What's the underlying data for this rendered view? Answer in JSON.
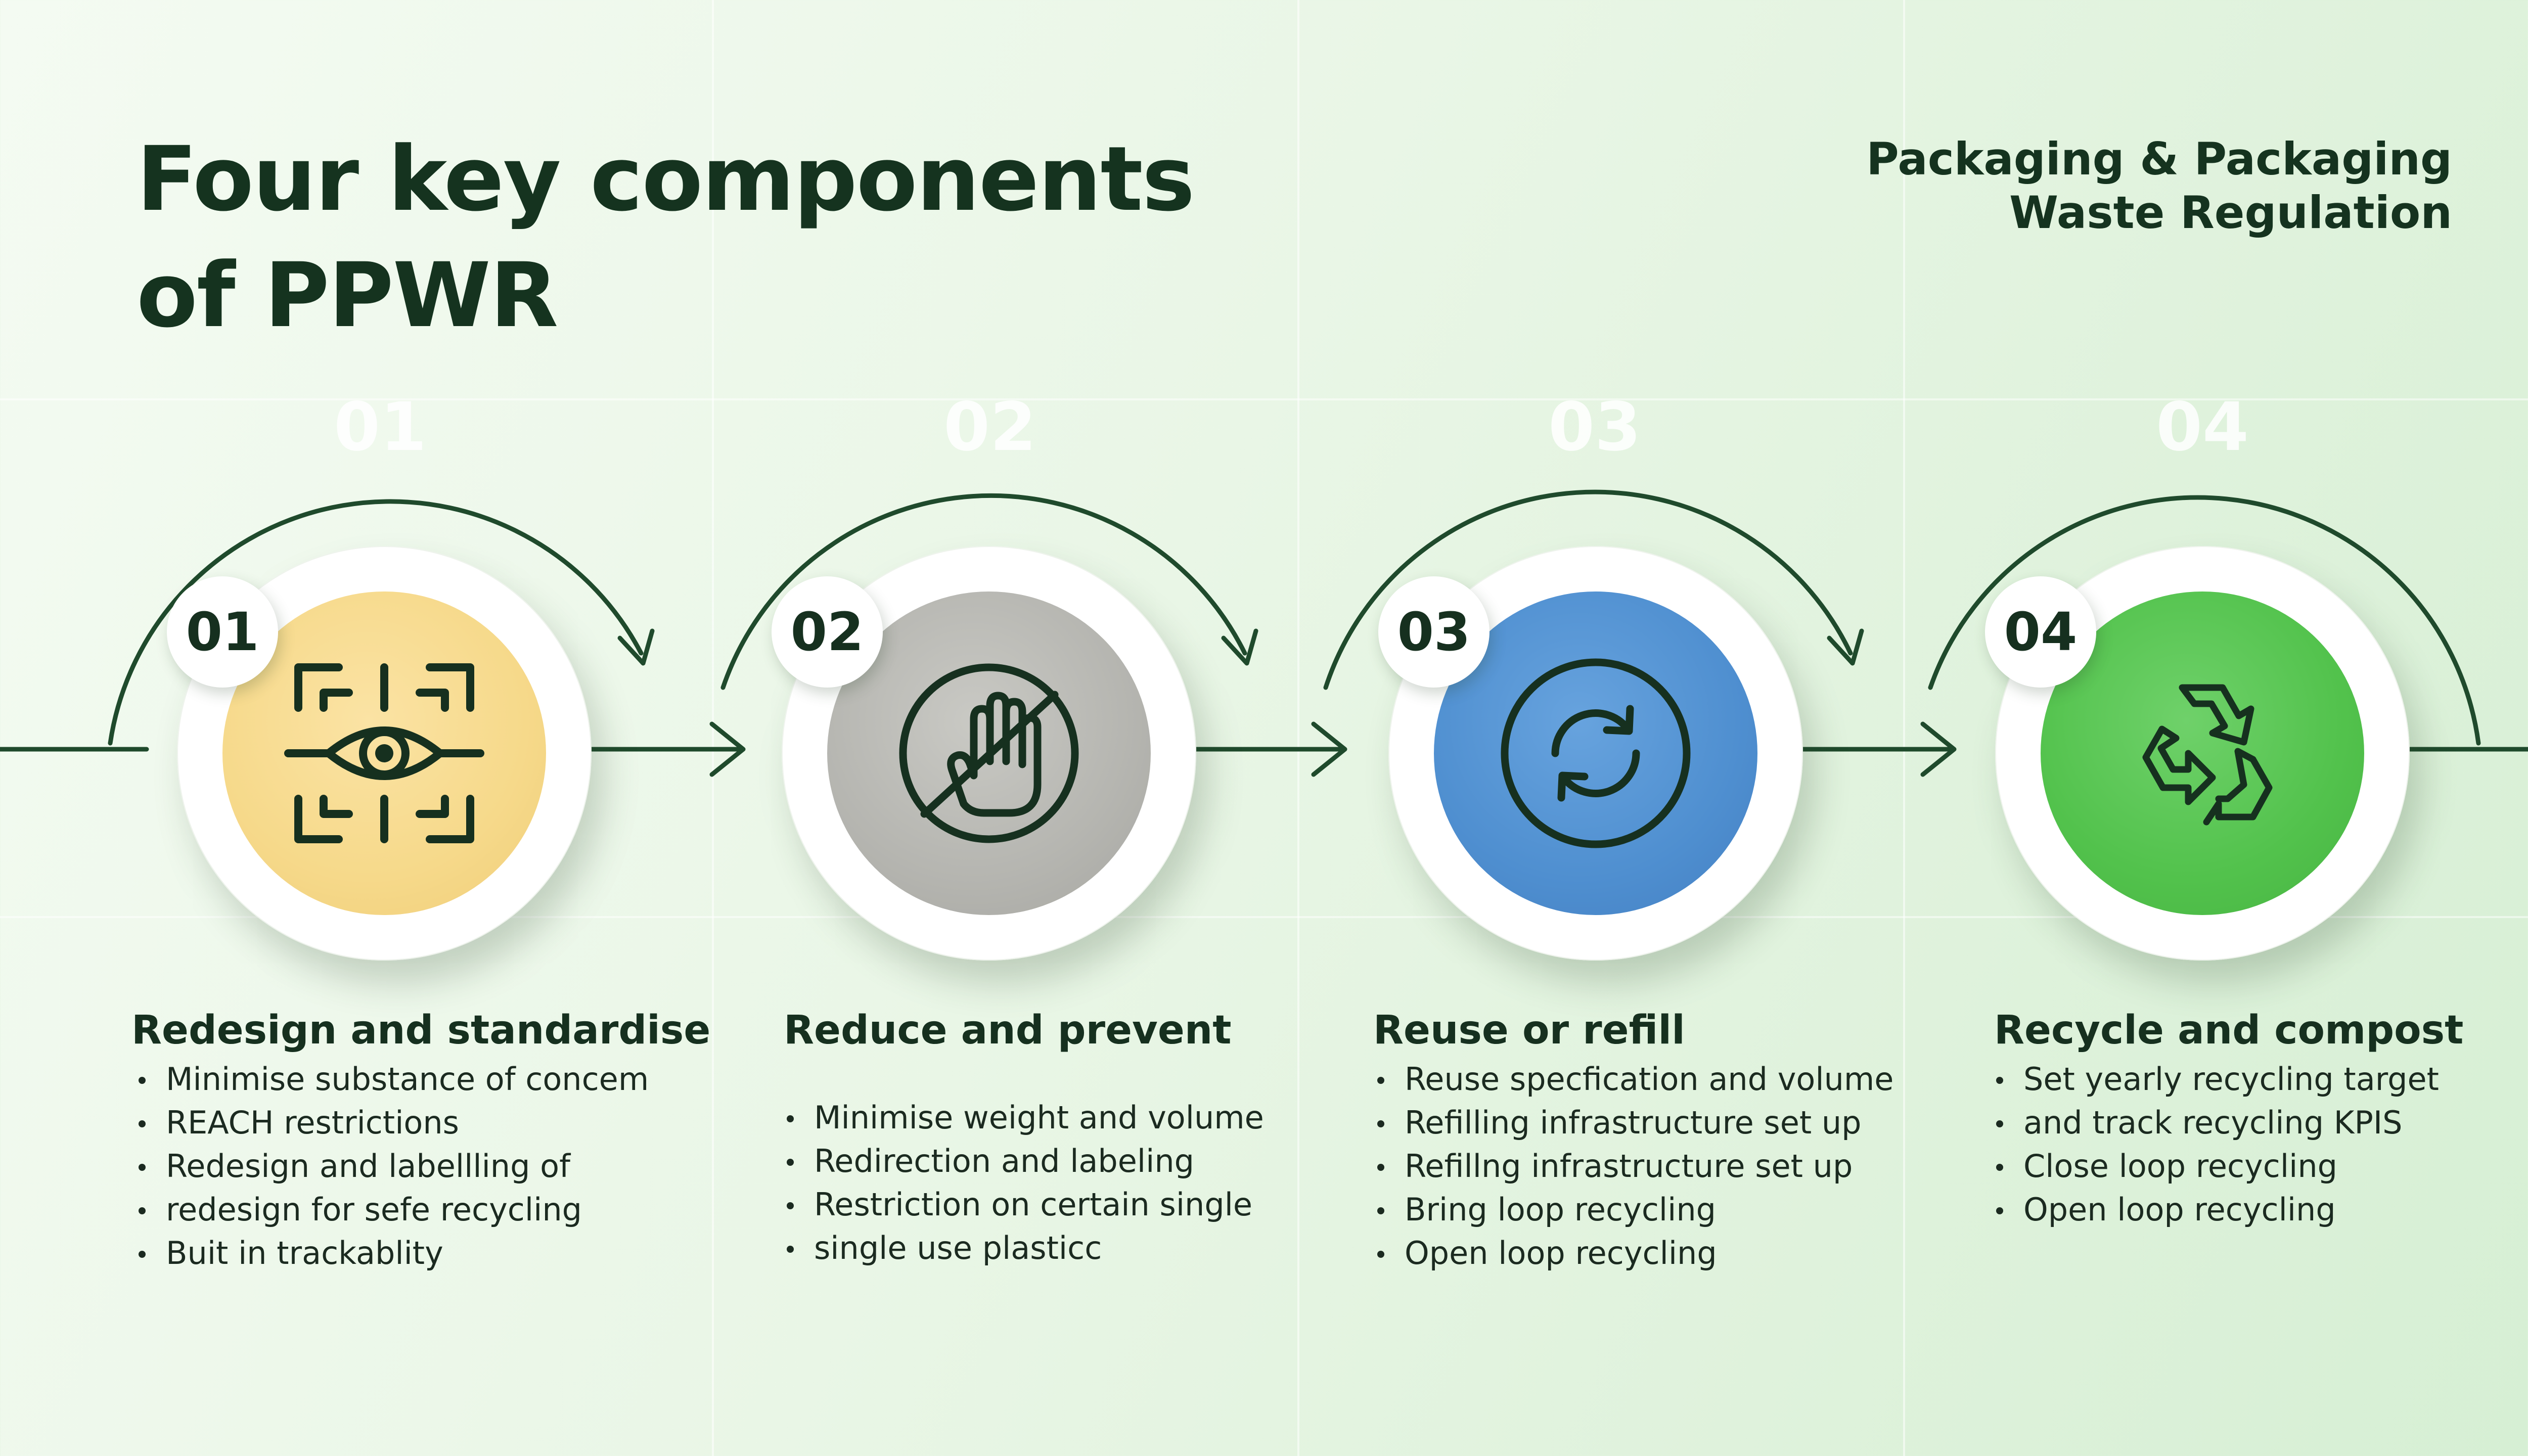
{
  "title": "Four key components of PPWR",
  "regulation": {
    "line1": "Packaging & Packaging",
    "line2": "Waste Regulation"
  },
  "colors": {
    "title_text": "#15331f",
    "flow_line": "#1f4a2c",
    "stage_1_disc": "#f6d98a",
    "stage_2_disc": "#b5b5b0",
    "stage_3_disc": "#4f8fd0",
    "stage_4_disc": "#52c24c",
    "background": "#e9f6e6"
  },
  "stages": [
    {
      "number": "01",
      "icon": "eye-scan-icon",
      "title": "Redesign and standardise",
      "bullets": [
        "Minimise substance of concem",
        "REACH restrictions",
        "Redesign and labellling of",
        "redesign for sefe recycling",
        "Buit in trackablity"
      ]
    },
    {
      "number": "02",
      "icon": "no-hand-icon",
      "title": "Reduce and prevent",
      "bullets": [
        "Minimise weight and volume",
        "Redirection and labeling",
        "Restriction on certain single",
        "single use plasticc"
      ]
    },
    {
      "number": "03",
      "icon": "refresh-cycle-icon",
      "title": "Reuse or refill",
      "bullets": [
        "Reuse specfication and volume",
        "Refilling infrastructure set up",
        "Refillng infrastructure set up",
        "Bring loop recycling",
        "Open loop recycling"
      ]
    },
    {
      "number": "04",
      "icon": "recycle-icon",
      "title": "Recycle and compost",
      "bullets": [
        "Set yearly recycling target",
        "and track recycling KPIS",
        "Close loop recycling",
        "Open loop recycling"
      ]
    }
  ]
}
